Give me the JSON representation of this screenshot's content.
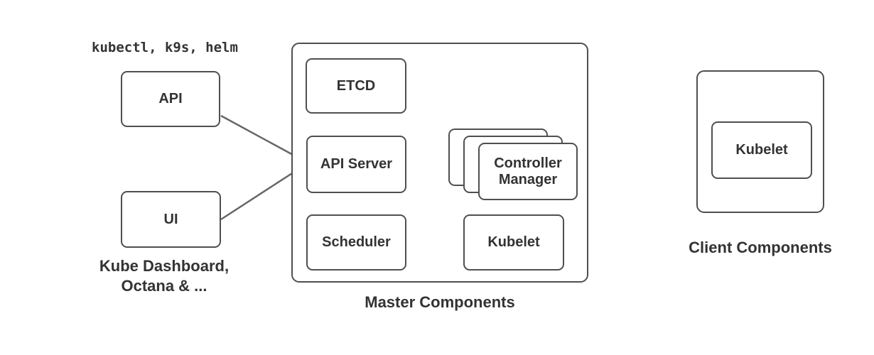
{
  "labels": {
    "tools": "kubectl, k9s, helm",
    "api": "API",
    "ui": "UI",
    "ui_caption_line1": "Kube Dashboard,",
    "ui_caption_line2": "Octana & ...",
    "master_title": "Master Components",
    "client_title": "Client Components"
  },
  "master_components": {
    "etcd": "ETCD",
    "api_server": "API Server",
    "scheduler": "Scheduler",
    "controller_manager": "Controller Manager",
    "kubelet": "Kubelet"
  },
  "client_components": {
    "kubelet": "Kubelet"
  },
  "connections": [
    {
      "from": "API",
      "to": "API Server"
    },
    {
      "from": "UI",
      "to": "API Server"
    }
  ],
  "colors": {
    "background": "#ffffff",
    "box_border": "#4f4f4f",
    "text": "#333333",
    "arrow": "#666666"
  }
}
